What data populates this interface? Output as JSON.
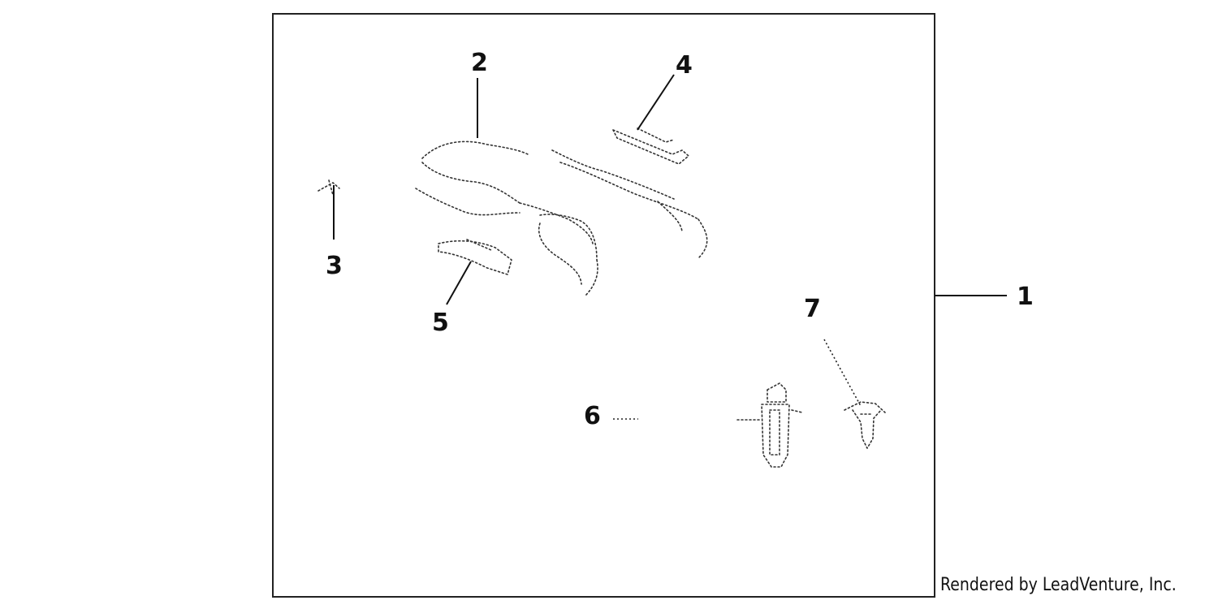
{
  "diagram": {
    "callouts": {
      "c1": "1",
      "c2": "2",
      "c3": "3",
      "c4": "4",
      "c5": "5",
      "c6": "6",
      "c7": "7"
    },
    "credit": "Rendered by LeadVenture, Inc."
  }
}
